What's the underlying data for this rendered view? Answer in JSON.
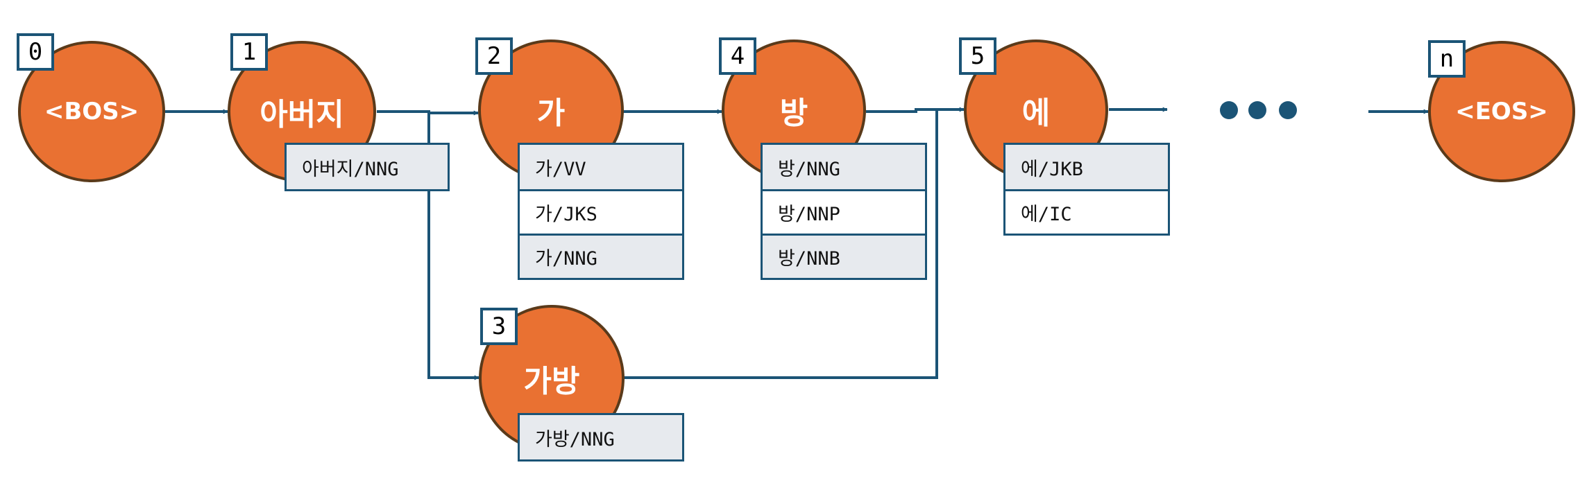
{
  "colors": {
    "node_fill": "#e97132",
    "node_border": "#5a3a1a",
    "line": "#1b5476",
    "tag_shade": "#e7eaee"
  },
  "nodes": [
    {
      "id": "0",
      "label": "<BOS>",
      "tags": []
    },
    {
      "id": "1",
      "label": "아버지",
      "tags": [
        "아버지/NNG"
      ]
    },
    {
      "id": "2",
      "label": "가",
      "tags": [
        "가/VV",
        "가/JKS",
        "가/NNG"
      ]
    },
    {
      "id": "3",
      "label": "가방",
      "tags": [
        "가방/NNG"
      ]
    },
    {
      "id": "4",
      "label": "방",
      "tags": [
        "방/NNG",
        "방/NNP",
        "방/NNB"
      ]
    },
    {
      "id": "5",
      "label": "에",
      "tags": [
        "에/JKB",
        "에/IC"
      ]
    },
    {
      "id": "n",
      "label": "<EOS>",
      "tags": []
    }
  ]
}
